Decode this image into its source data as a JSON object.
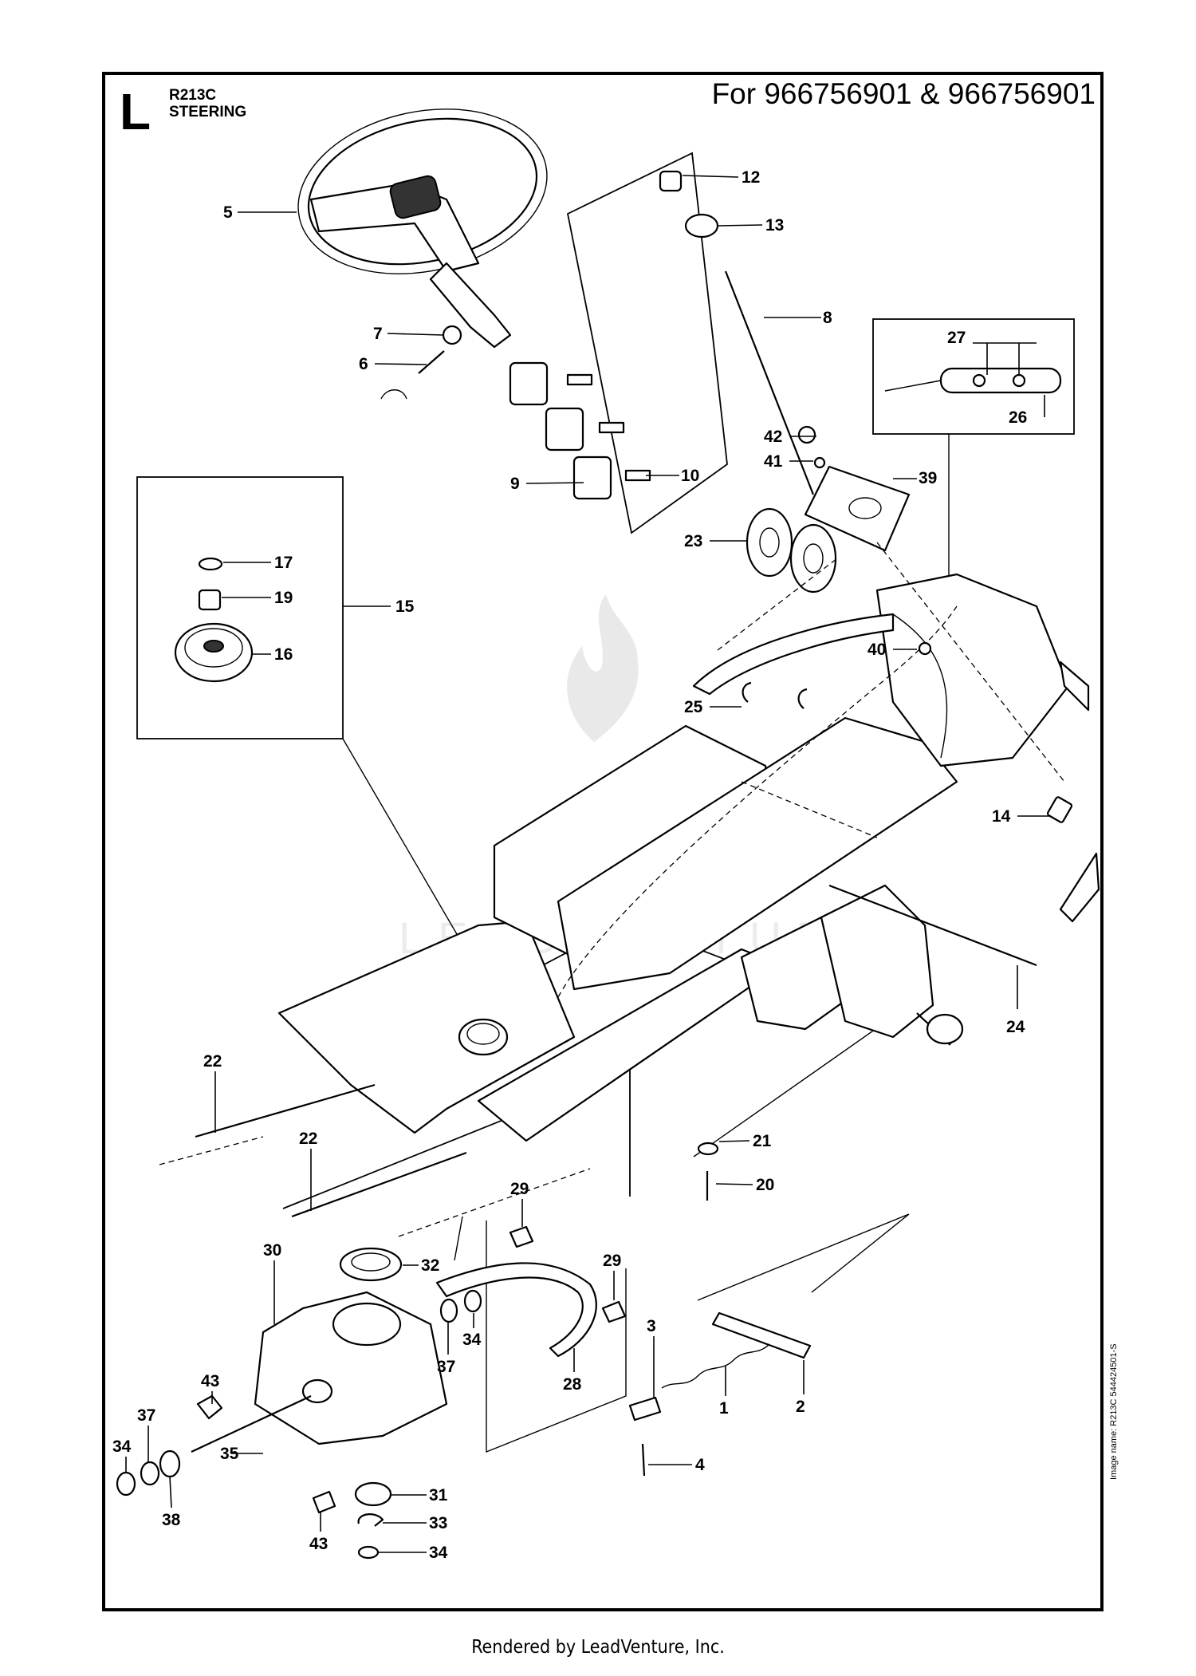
{
  "header": {
    "section_letter": "L",
    "model": "R213C",
    "section_title": "STEERING",
    "applies_to": "For 966756901 & 966756901"
  },
  "image_name": "Image name: R213C 544424501-S",
  "footer": "Rendered by LeadVenture, Inc.",
  "watermark": "LEADVENTURE",
  "callouts": {
    "c1": "1",
    "c2": "2",
    "c3": "3",
    "c4": "4",
    "c5": "5",
    "c6": "6",
    "c7": "7",
    "c8": "8",
    "c9": "9",
    "c10": "10",
    "c12": "12",
    "c13": "13",
    "c14": "14",
    "c15": "15",
    "c16": "16",
    "c17": "17",
    "c19": "19",
    "c20": "20",
    "c21": "21",
    "c22a": "22",
    "c22b": "22",
    "c23": "23",
    "c24": "24",
    "c25": "25",
    "c26": "26",
    "c27": "27",
    "c28": "28",
    "c29a": "29",
    "c29b": "29",
    "c30": "30",
    "c31": "31",
    "c32": "32",
    "c33": "33",
    "c34a": "34",
    "c34b": "34",
    "c34c": "34",
    "c35": "35",
    "c37a": "37",
    "c37b": "37",
    "c38": "38",
    "c39": "39",
    "c40": "40",
    "c41": "41",
    "c42": "42",
    "c43a": "43",
    "c43b": "43"
  }
}
